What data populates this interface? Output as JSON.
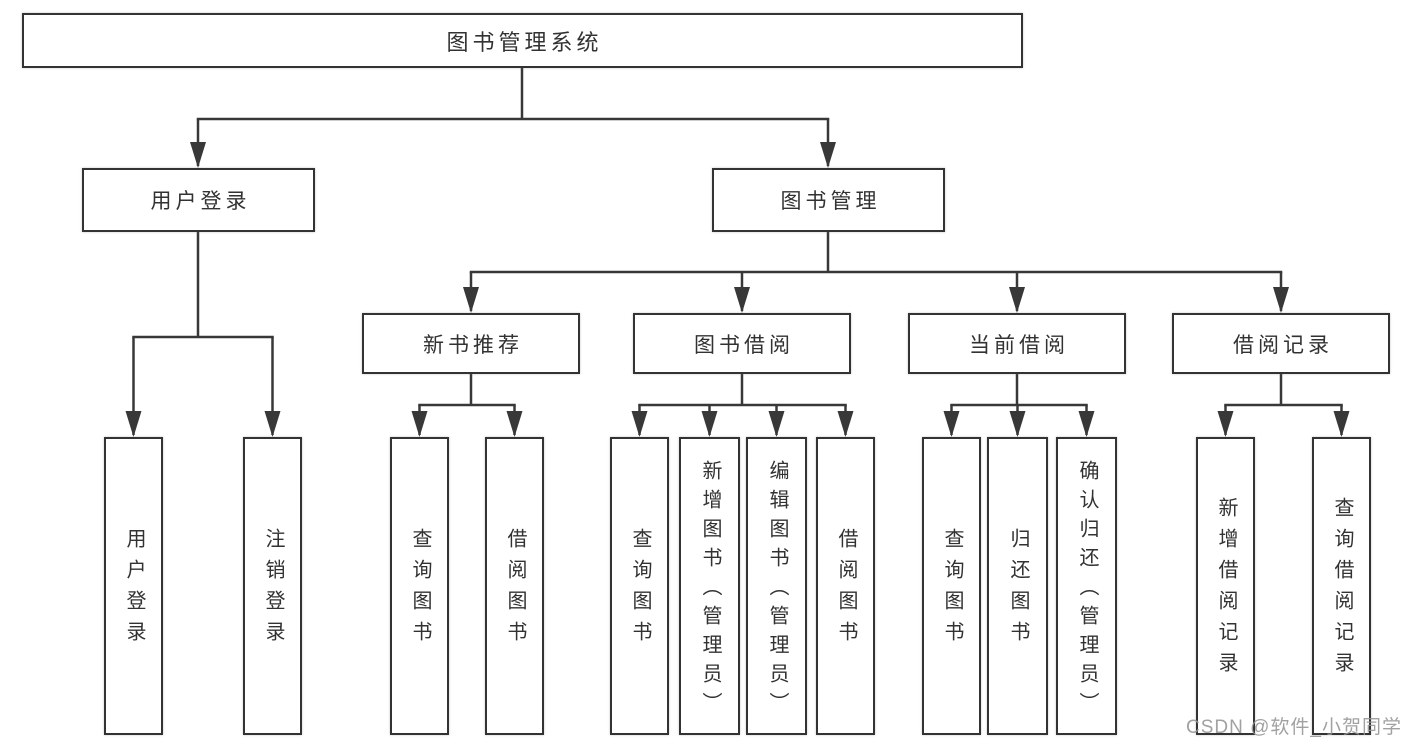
{
  "diagram_type": "tree",
  "tree": {
    "root": {
      "label": "图书管理系统",
      "children": [
        {
          "label": "用户登录",
          "children": [
            {
              "label": "用户登录"
            },
            {
              "label": "注销登录"
            }
          ]
        },
        {
          "label": "图书管理",
          "children": [
            {
              "label": "新书推荐",
              "children": [
                {
                  "label": "查询图书"
                },
                {
                  "label": "借阅图书"
                }
              ]
            },
            {
              "label": "图书借阅",
              "children": [
                {
                  "label": "查询图书"
                },
                {
                  "label": "新增图书（管理员）"
                },
                {
                  "label": "编辑图书（管理员）"
                },
                {
                  "label": "借阅图书"
                }
              ]
            },
            {
              "label": "当前借阅",
              "children": [
                {
                  "label": "查询图书"
                },
                {
                  "label": "归还图书"
                },
                {
                  "label": "确认归还（管理员）"
                }
              ]
            },
            {
              "label": "借阅记录",
              "children": [
                {
                  "label": "新增借阅记录"
                },
                {
                  "label": "查询借阅记录"
                }
              ]
            }
          ]
        }
      ]
    }
  },
  "watermark": {
    "text": "CSDN @软件_小贺同学"
  },
  "colors": {
    "box_border": "#333333",
    "line": "#383838",
    "text": "#323232",
    "watermark": "#949494",
    "background": "#ffffff"
  }
}
